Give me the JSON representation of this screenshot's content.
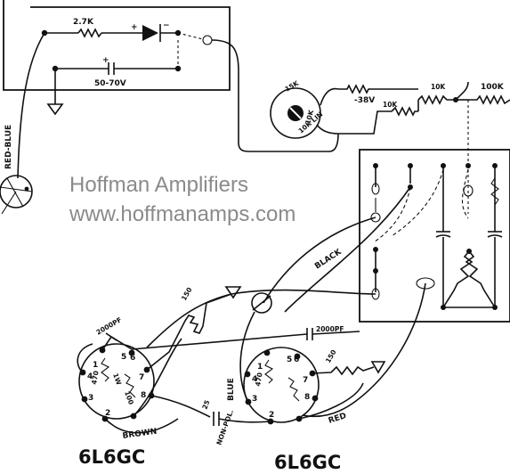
{
  "watermark": {
    "line1": "Hoffman Amplifiers",
    "line2": "www.hoffmanamps.com"
  },
  "labels": {
    "r_top": "2.7K",
    "cap_top": "50-70V",
    "diode_plus": "+",
    "diode_minus": "−",
    "cap_plus": "+",
    "wire_red_blue": "RED-BLUE",
    "pot_15k": "15K",
    "pot_10k_lin": "10K LIN",
    "v_neg38": "-38V",
    "r_10k_a": "10K",
    "r_10k_b": "10K",
    "r_100k": "100K",
    "r_10k_right": "10K",
    "wire_black": "BLACK",
    "wire_red": "RED",
    "wire_blue": "BLUE",
    "wire_brown": "BROWN",
    "cap_2000pf_left": "2000PF",
    "cap_2000pf_right": "2000PF",
    "r_150_left": "150",
    "r_150_right": "150",
    "r_470_left": "470",
    "r_470_right": "470",
    "r_1w": "1W",
    "cap_25": "25",
    "cap_np": "NON-POL.",
    "tube_left": "6L6GC",
    "tube_right": "6L6GC",
    "pins": [
      "1",
      "2",
      "3",
      "4",
      "5",
      "6",
      "7",
      "8"
    ]
  }
}
